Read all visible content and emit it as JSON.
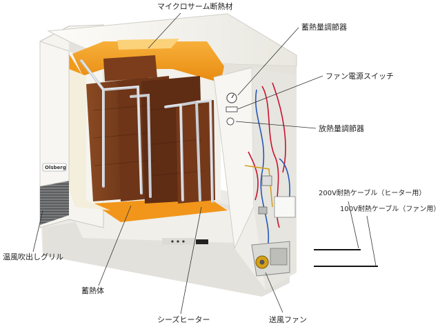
{
  "diagram": {
    "labels": {
      "microtherm_insulation": "マイクロサーム断熱材",
      "charge_controller": "蓄熱量調節器",
      "fan_power_switch": "ファン電源スイッチ",
      "discharge_controller": "放熱量調節器",
      "cable_200v": "200V耐熱ケーブル（ヒーター用）",
      "cable_100v": "100V耐熱ケーブル（ファン用）",
      "warm_air_grille": "温風吹出しグリル",
      "storage_bricks": "蓄熱体",
      "sheathed_heater": "シーズヒーター",
      "blower_fan": "送風ファン"
    },
    "brand_logo": "Olsberg",
    "colors": {
      "insulation_orange": "#f4a21e",
      "brick_brown": "#6b3418",
      "casing_white": "#f4f3ef",
      "grille_gray": "#6d6e70",
      "wire_red": "#c8102e",
      "wire_blue": "#2256b8"
    }
  }
}
